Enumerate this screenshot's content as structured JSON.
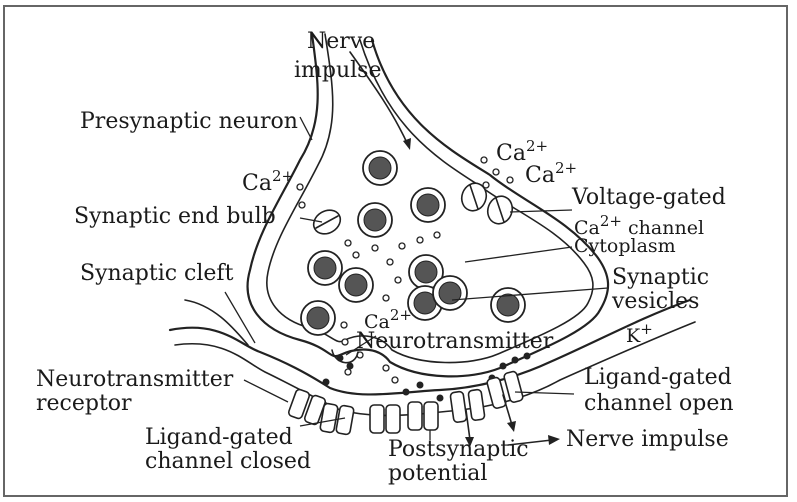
{
  "labels": {
    "nerve_impulse_top_1": "Nerve",
    "nerve_impulse_top_2": "impulse",
    "presynaptic_neuron": "Presynaptic neuron",
    "ca_top_right_1": "Ca",
    "ca_top_right_2": "Ca",
    "ca_left": "Ca",
    "ca_bottom": "Ca",
    "ca_sup": "2+",
    "synaptic_end_bulb": "Synaptic end bulb",
    "voltage_gated": "Voltage-gated",
    "ca_channel_ca": "Ca",
    "ca_channel_rest": " channel",
    "cytoplasm": "Cytoplasm",
    "synaptic_cleft": "Synaptic cleft",
    "synaptic_vesicles_1": "Synaptic",
    "synaptic_vesicles_2": "vesicles",
    "k_plus": "K",
    "k_sup": "+",
    "neurotransmitter": "Neurotransmitter",
    "nt_receptor_1": "Neurotransmitter",
    "nt_receptor_2": "receptor",
    "ligand_open_1": "Ligand-gated",
    "ligand_open_2": "channel open",
    "ligand_closed_1": "Ligand-gated",
    "ligand_closed_2": "channel closed",
    "postsynaptic_1": "Postsynaptic",
    "postsynaptic_2": "potential",
    "nerve_impulse_right": "Nerve impulse"
  }
}
